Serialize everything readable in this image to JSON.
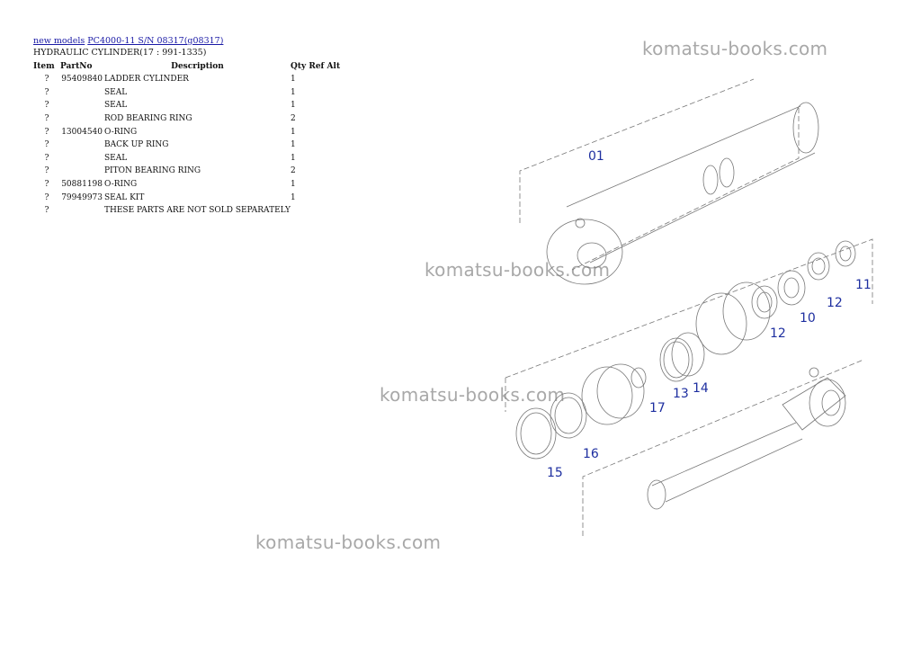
{
  "breadcrumb": {
    "link1": "new models",
    "link2": "PC4000-11 S/N 08317(g08317)"
  },
  "subtitle": "HYDRAULIC CYLINDER(17 : 991-1335)",
  "table": {
    "headers": {
      "item": "Item",
      "partno": "PartNo",
      "description": "Description",
      "qty_ref_alt": "Qty Ref Alt"
    },
    "rows": [
      {
        "item": "?",
        "partno": "95409840",
        "description": "LADDER CYLINDER",
        "qty": "1"
      },
      {
        "item": "?",
        "partno": "",
        "description": "SEAL",
        "qty": "1"
      },
      {
        "item": "?",
        "partno": "",
        "description": "SEAL",
        "qty": "1"
      },
      {
        "item": "?",
        "partno": "",
        "description": "ROD BEARING RING",
        "qty": "2"
      },
      {
        "item": "?",
        "partno": "13004540",
        "description": "O-RING",
        "qty": "1"
      },
      {
        "item": "?",
        "partno": "",
        "description": "BACK UP RING",
        "qty": "1"
      },
      {
        "item": "?",
        "partno": "",
        "description": "SEAL",
        "qty": "1"
      },
      {
        "item": "?",
        "partno": "",
        "description": "PITON BEARING RING",
        "qty": "2"
      },
      {
        "item": "?",
        "partno": "50881198",
        "description": "O-RING",
        "qty": "1"
      },
      {
        "item": "?",
        "partno": "79949973",
        "description": "SEAL KIT",
        "qty": "1"
      },
      {
        "item": "?",
        "partno": "",
        "description": "THESE PARTS ARE NOT SOLD SEPARATELY",
        "qty": ""
      }
    ]
  },
  "watermarks": [
    "komatsu-books.com",
    "komatsu-books.com",
    "komatsu-books.com",
    "komatsu-books.com"
  ],
  "diagram": {
    "callouts": [
      "01",
      "11",
      "12",
      "10",
      "12",
      "13",
      "14",
      "17",
      "16",
      "15"
    ],
    "callout_color": "#1e2fa0"
  }
}
